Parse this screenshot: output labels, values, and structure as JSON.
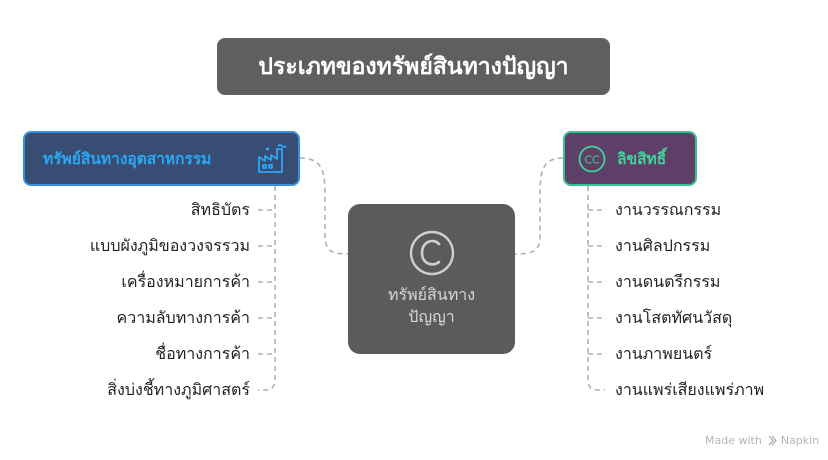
{
  "title": "ประเภทของทรัพย์สินทางปัญญา",
  "center": {
    "line1": "ทรัพย์สินทาง",
    "line2": "ปัญญา",
    "icon": "copyright-icon"
  },
  "left_branch": {
    "label": "ทรัพย์สินทางอุตสาหกรรม",
    "icon": "factory-icon",
    "items": [
      "สิทธิบัตร",
      "แบบผังภูมิของวงจรรวม",
      "เครื่องหมายการค้า",
      "ความลับทางการค้า",
      "ชื่อทางการค้า",
      "สิ่งบ่งชี้ทางภูมิศาสตร์"
    ]
  },
  "right_branch": {
    "label": "ลิขสิทธิ์",
    "icon": "cc-icon",
    "items": [
      "งานวรรณกรรม",
      "งานศิลปกรรม",
      "งานดนตรีกรรม",
      "งานโสตทัศนวัสดุ",
      "งานภาพยนตร์",
      "งานแพร่เสียงแพร่ภาพ"
    ]
  },
  "footer": {
    "made_with": "Made with",
    "brand": "Napkin"
  },
  "colors": {
    "left_accent": "#3a8fe0",
    "left_text": "#2aa8f5",
    "right_accent": "#34c48e",
    "box_gray": "#5b5b5b"
  }
}
